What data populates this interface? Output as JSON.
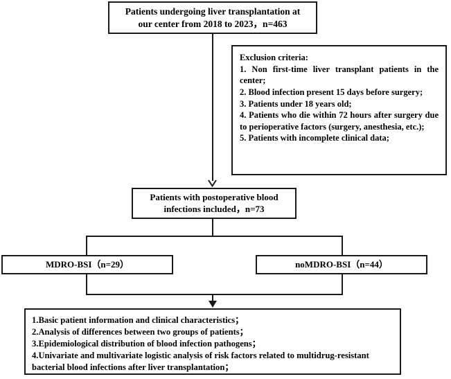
{
  "figure": {
    "type": "study-flow-diagram",
    "title": "Patient selection flowchart for liver transplantation blood infection study",
    "line_color": "#1a1a1a",
    "background_color": "#ffffff"
  },
  "nodes": {
    "enrollment": {
      "name": "enrollment-box",
      "lines": [
        "Patients undergoing liver transplantation at",
        "our center from 2018 to 2023，n=463"
      ],
      "count": 463
    },
    "exclusion": {
      "name": "exclusion-criteria-box",
      "heading": "Exclusion criteria:",
      "items": [
        "1. Non first-time liver transplant patients in the center;",
        "2. Blood infection present 15 days before surgery;",
        "3. Patients under 18 years old;",
        "4. Patients who die within 72 hours after surgery due to perioperative factors (surgery, anesthesia, etc.);",
        "5. Patients with incomplete clinical data;"
      ]
    },
    "included": {
      "name": "included-box",
      "lines": [
        "Patients with postoperative blood",
        "infections included，n=73"
      ],
      "count": 73
    },
    "group_mdro": {
      "name": "mdro-bsi-group-box",
      "label": "MDRO-BSI（n=29）",
      "count": 29
    },
    "group_nomdro": {
      "name": "nomdro-bsi-group-box",
      "label": "noMDRO-BSI（n=44）",
      "count": 44
    },
    "outcomes": {
      "name": "analysis-outcomes-box",
      "items": [
        "1.Basic patient information and clinical characteristics；",
        "2.Analysis of differences between two groups of patients；",
        "3.Epidemiological distribution of blood infection pathogens；",
        "4.Univariate and multivariate logistic analysis of risk factors related to multidrug-resistant bacterial blood infections after liver transplantation；"
      ]
    }
  }
}
